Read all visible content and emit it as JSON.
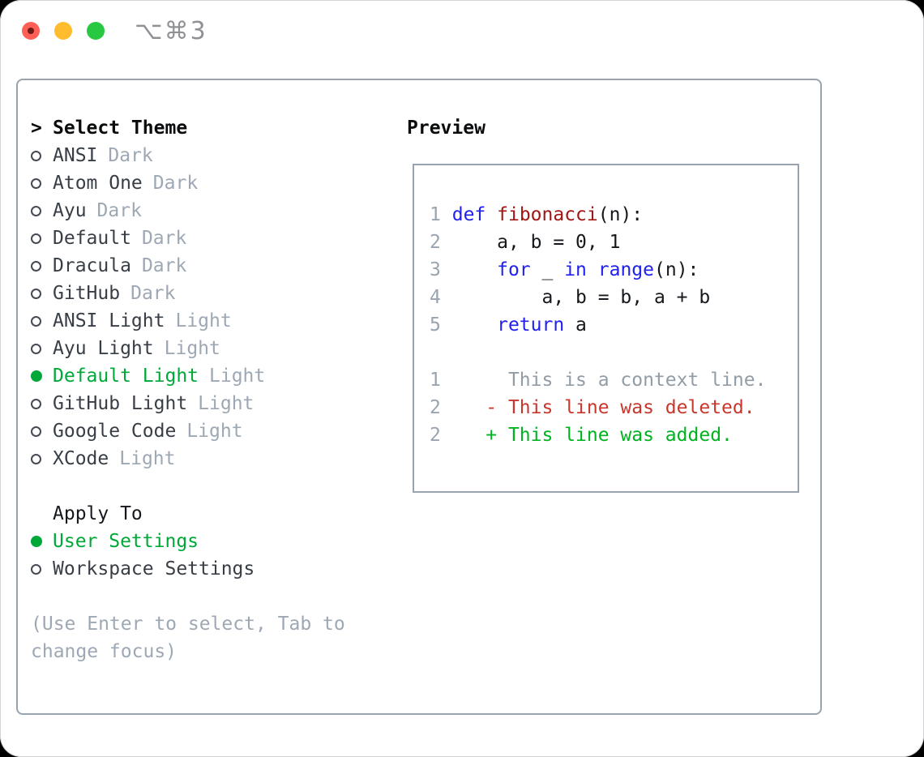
{
  "titlebar": {
    "shortcut": "⌥⌘3"
  },
  "colors": {
    "traffic_red": "#ff5f57",
    "traffic_yellow": "#febc2e",
    "traffic_green": "#28c840",
    "title_gray": "#8f9196",
    "panel_border": "#99a3ae",
    "selected_green": "#00a838",
    "badge_gray": "#9ea8b4",
    "linenum_gray": "#9aa4b0",
    "context_gray": "#929ca6",
    "keyword_blue": "#2020f0",
    "function_red": "#a31515",
    "deleted_red": "#c8362c",
    "added_green": "#00b320"
  },
  "theme_panel": {
    "heading": "Select Theme",
    "items": [
      {
        "name": "ANSI",
        "badge": "Dark",
        "selected": false
      },
      {
        "name": "Atom One",
        "badge": "Dark",
        "selected": false
      },
      {
        "name": "Ayu",
        "badge": "Dark",
        "selected": false
      },
      {
        "name": "Default",
        "badge": "Dark",
        "selected": false
      },
      {
        "name": "Dracula",
        "badge": "Dark",
        "selected": false
      },
      {
        "name": "GitHub",
        "badge": "Dark",
        "selected": false
      },
      {
        "name": "ANSI Light",
        "badge": "Light",
        "selected": false
      },
      {
        "name": "Ayu Light",
        "badge": "Light",
        "selected": false
      },
      {
        "name": "Default Light",
        "badge": "Light",
        "selected": true
      },
      {
        "name": "GitHub Light",
        "badge": "Light",
        "selected": false
      },
      {
        "name": "Google Code",
        "badge": "Light",
        "selected": false
      },
      {
        "name": "XCode",
        "badge": "Light",
        "selected": false
      }
    ],
    "apply": {
      "heading": "Apply To",
      "items": [
        {
          "name": "User Settings",
          "selected": true
        },
        {
          "name": "Workspace Settings",
          "selected": false
        }
      ]
    },
    "help": "(Use Enter to select, Tab to change focus)"
  },
  "preview": {
    "heading": "Preview",
    "lines": [
      {
        "kind": "code",
        "num": "1",
        "segments": [
          {
            "t": " ",
            "c": "pl"
          },
          {
            "t": "def",
            "c": "kw"
          },
          {
            "t": " ",
            "c": "pl"
          },
          {
            "t": "fibonacci",
            "c": "fn"
          },
          {
            "t": "(n):",
            "c": "pl"
          }
        ]
      },
      {
        "kind": "code",
        "num": "2",
        "segments": [
          {
            "t": "     a, b = 0, 1",
            "c": "pl"
          }
        ]
      },
      {
        "kind": "code",
        "num": "3",
        "segments": [
          {
            "t": "     ",
            "c": "pl"
          },
          {
            "t": "for",
            "c": "kw"
          },
          {
            "t": " _ ",
            "c": "pl"
          },
          {
            "t": "in",
            "c": "kw"
          },
          {
            "t": " ",
            "c": "pl"
          },
          {
            "t": "range",
            "c": "kw"
          },
          {
            "t": "(n):",
            "c": "pl"
          }
        ]
      },
      {
        "kind": "code",
        "num": "4",
        "segments": [
          {
            "t": "         a, b = b, a + b",
            "c": "pl"
          }
        ]
      },
      {
        "kind": "code",
        "num": "5",
        "segments": [
          {
            "t": "     ",
            "c": "pl"
          },
          {
            "t": "return",
            "c": "kw"
          },
          {
            "t": " a",
            "c": "pl"
          }
        ]
      },
      {
        "blank": true
      },
      {
        "kind": "context",
        "num": "1",
        "segments": [
          {
            "t": "      This is a context line.",
            "c": "ctx"
          }
        ]
      },
      {
        "kind": "deleted",
        "num": "2",
        "segments": [
          {
            "t": "    - This line was deleted.",
            "c": "del"
          }
        ]
      },
      {
        "kind": "added",
        "num": "2",
        "segments": [
          {
            "t": "    + This line was added.",
            "c": "add"
          }
        ]
      }
    ]
  }
}
